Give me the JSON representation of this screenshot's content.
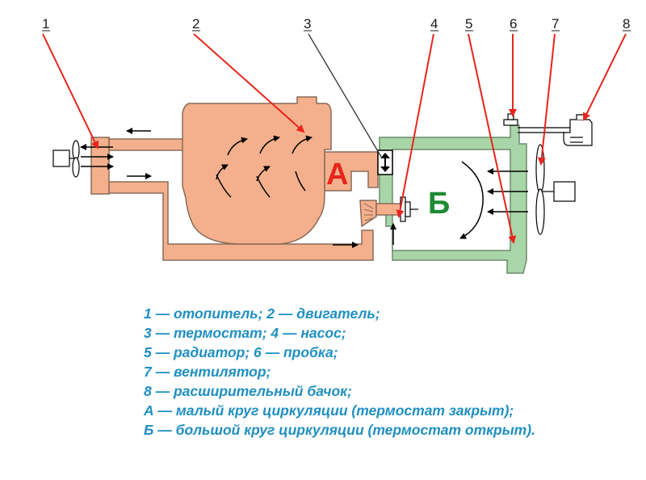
{
  "callouts": [
    "1",
    "2",
    "3",
    "4",
    "5",
    "6",
    "7",
    "8"
  ],
  "circuit_labels": {
    "small": "А",
    "big": "Б"
  },
  "legend": [
    "1 — отопитель; 2 — двигатель;",
    "3 — термостат; 4 — насос;",
    "5 — радиатор; 6 — пробка;",
    "7 — вентилятор;",
    "8 — расширительный бачок;",
    "А — малый круг циркуляции (термостат закрыт);",
    "Б — большой круг циркуляции (термостат открыт)."
  ],
  "colors": {
    "engine": "#f4b08c",
    "engine_stroke": "#8a6a5a",
    "radiator": "#a9d6a9",
    "radiator_stroke": "#6e8a6e",
    "callout_arrow": "#e8241c",
    "label_small": "#e8241c",
    "label_big": "#1f8a34",
    "legend_text": "#1f8fc2"
  }
}
